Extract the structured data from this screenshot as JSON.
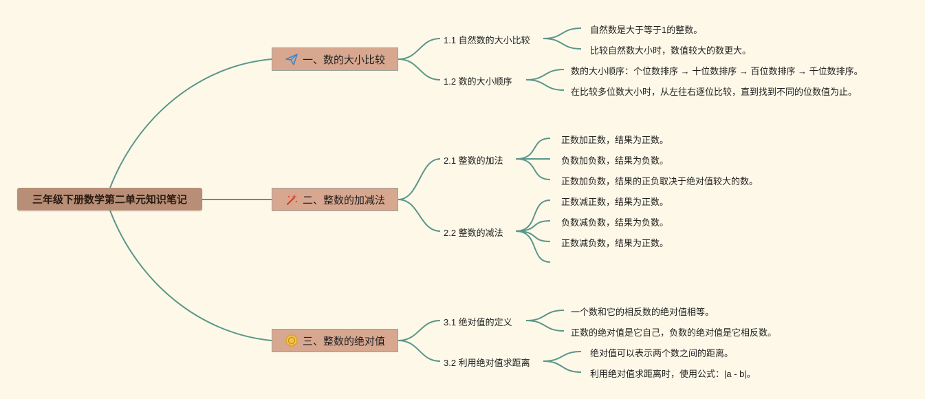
{
  "root": {
    "label": "三年级下册数学第二单元知识笔记"
  },
  "branches": [
    {
      "label": "一、数的大小比较",
      "icon": "paper-plane-icon",
      "subs": [
        {
          "label": "1.1 自然数的大小比较",
          "leaves": [
            "自然数是大于等于1的整数。",
            "比较自然数大小时，数值较大的数更大。"
          ]
        },
        {
          "label": "1.2 数的大小顺序",
          "leaves": [
            "数的大小顺序：个位数排序 → 十位数排序 → 百位数排序 → 千位数排序。",
            "在比较多位数大小时，从左往右逐位比较，直到找到不同的位数值为止。"
          ]
        }
      ]
    },
    {
      "label": "二、整数的加减法",
      "icon": "magic-wand-icon",
      "subs": [
        {
          "label": "2.1 整数的加法",
          "leaves": [
            "正数加正数，结果为正数。",
            "负数加负数，结果为负数。",
            "正数加负数，结果的正负取决于绝对值较大的数。"
          ]
        },
        {
          "label": "2.2 整数的减法",
          "leaves": [
            "正数减正数，结果为正数。",
            "负数减负数，结果为负数。",
            "正数减负数，结果为正数。",
            ""
          ]
        }
      ]
    },
    {
      "label": "三、整数的绝对值",
      "icon": "medal-icon",
      "subs": [
        {
          "label": "3.1 绝对值的定义",
          "leaves": [
            "一个数和它的相反数的绝对值相等。",
            "正数的绝对值是它自己，负数的绝对值是它相反数。"
          ]
        },
        {
          "label": "3.2 利用绝对值求距离",
          "leaves": [
            "绝对值可以表示两个数之间的距离。",
            "利用绝对值求距离时，使用公式：|a - b|。"
          ]
        }
      ]
    }
  ],
  "colors": {
    "background": "#fdf8e8",
    "root": "#b88e76",
    "branch": "#d7a78f",
    "line": "#5a968a"
  }
}
